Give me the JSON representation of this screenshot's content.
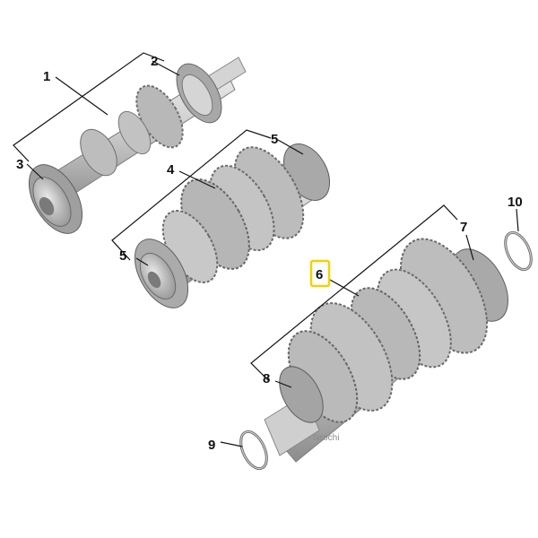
{
  "diagram": {
    "callouts": {
      "c1": "1",
      "c2": "2",
      "c3": "3",
      "c4": "4",
      "c5_top": "5",
      "c5_bottom": "5",
      "c6": "6",
      "c7": "7",
      "c8": "8",
      "c9": "9",
      "c10": "10"
    },
    "highlight_color": "#f2d200",
    "watermark": "hirochi"
  }
}
